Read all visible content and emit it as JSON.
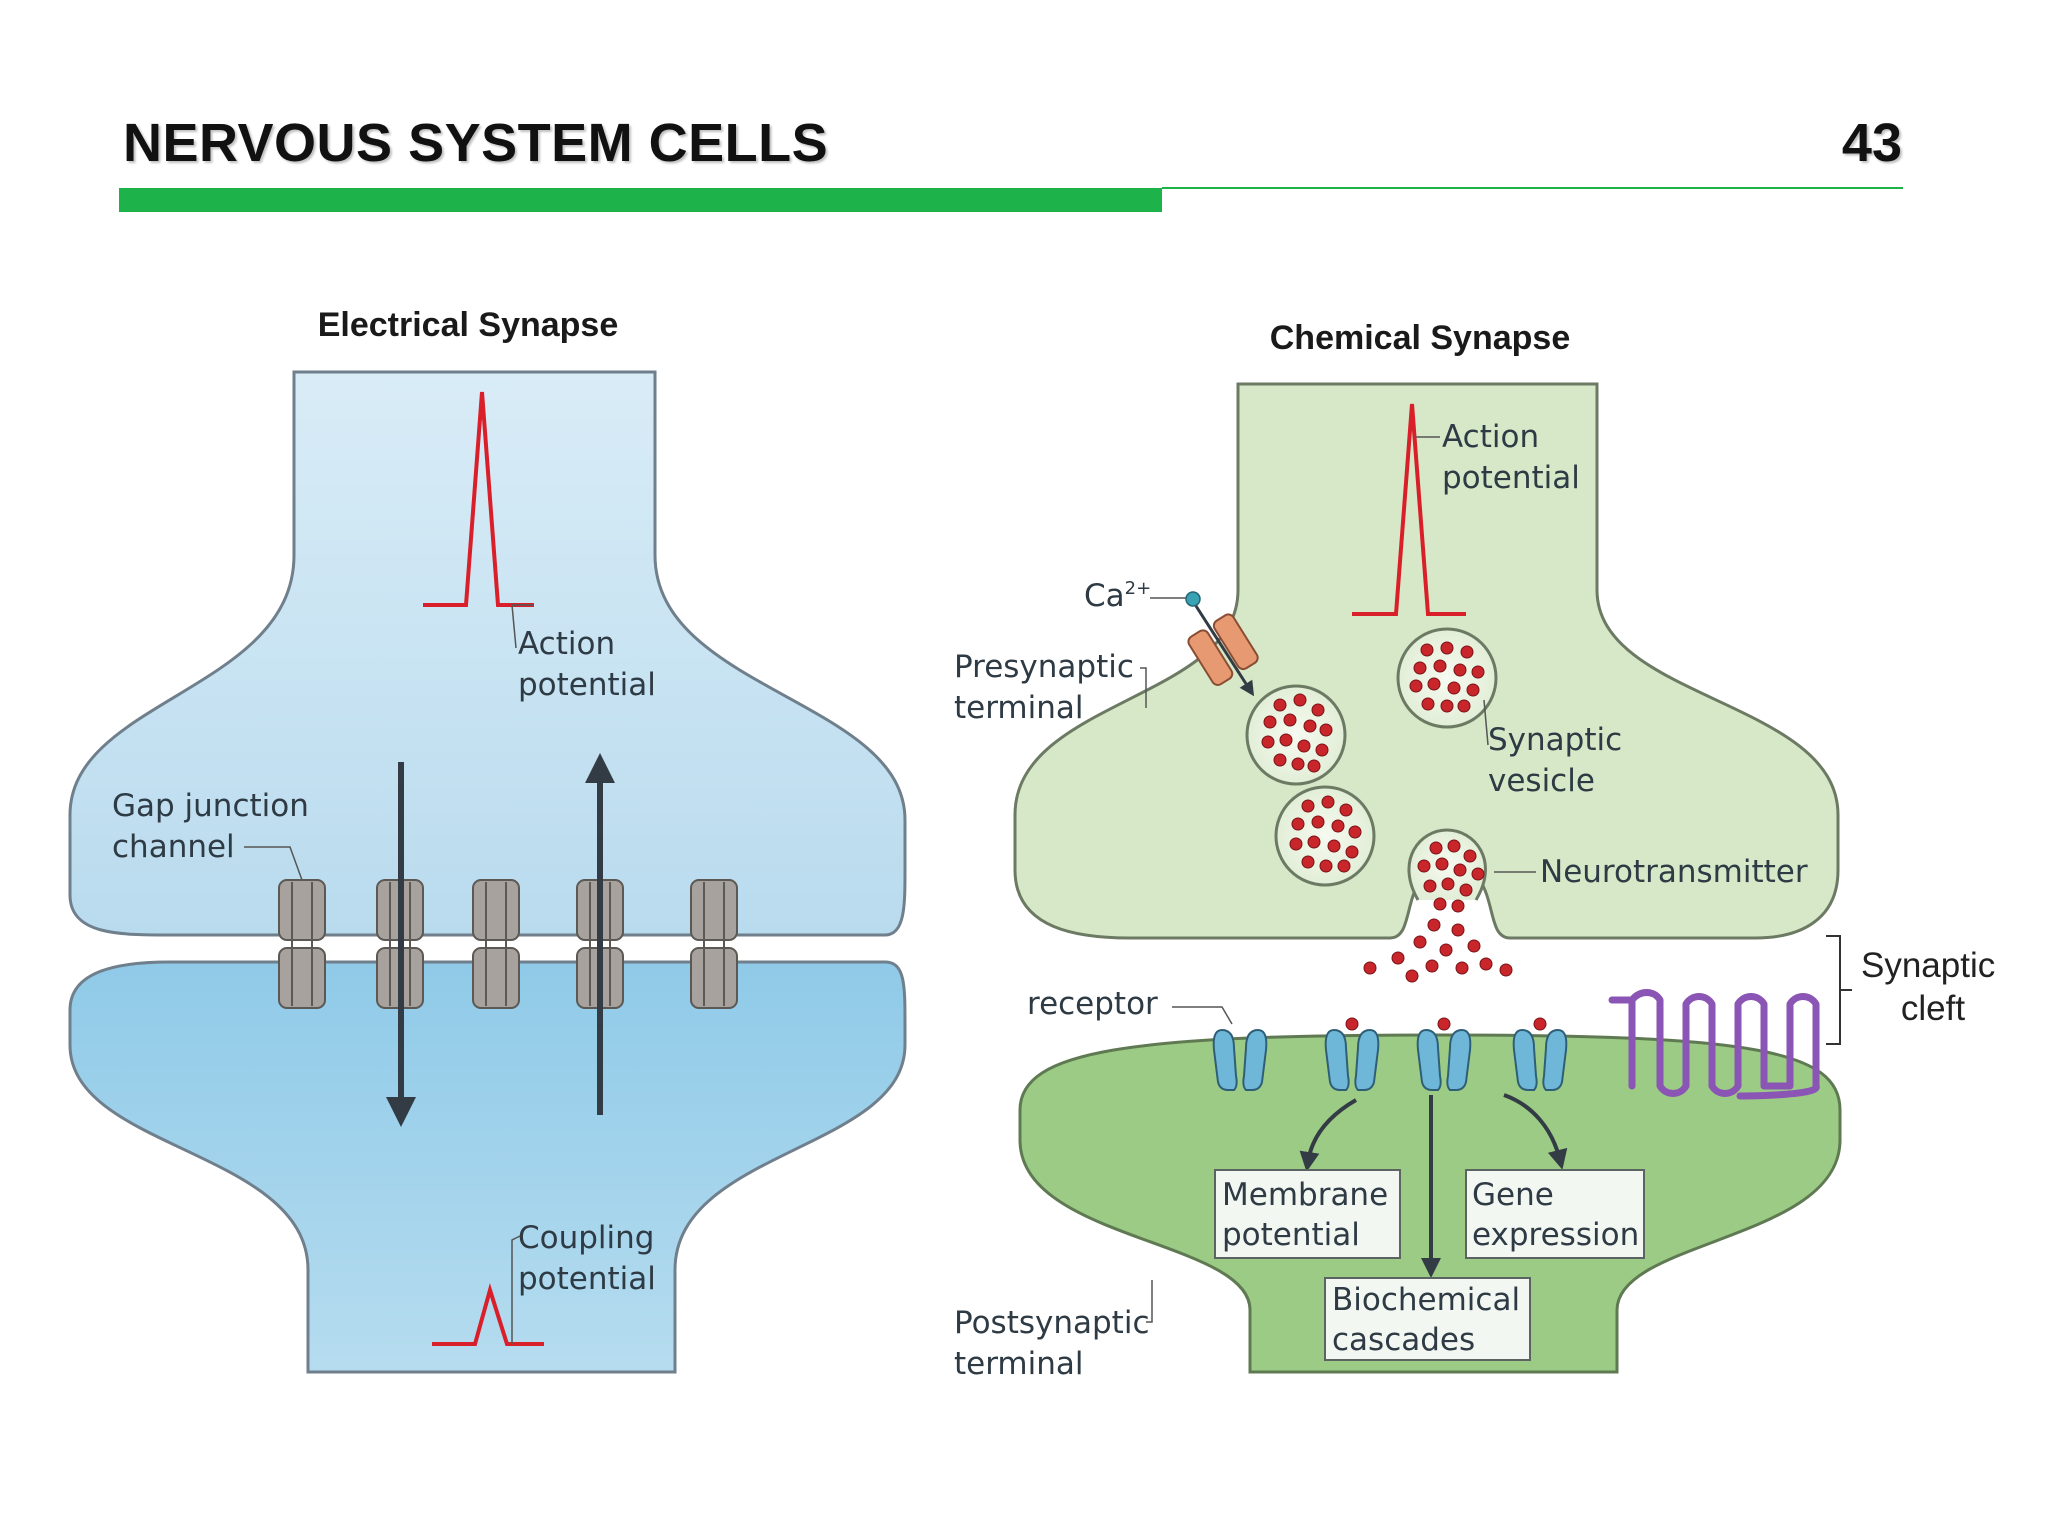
{
  "slide": {
    "title": "NERVOUS SYSTEM CELLS",
    "number": "43",
    "accent_color": "#1db34a"
  },
  "electrical": {
    "title": "Electrical Synapse",
    "action_potential": [
      "Action",
      "potential"
    ],
    "gap_junction": [
      "Gap junction",
      "channel"
    ],
    "coupling_potential": [
      "Coupling",
      "potential"
    ],
    "colors": {
      "cell_fill": "#bfe0f2",
      "signal": "#d9202a",
      "channel": "#a7a29d"
    }
  },
  "chemical": {
    "title": "Chemical Synapse",
    "action_potential": [
      "Action",
      "potential"
    ],
    "calcium": "Ca",
    "calcium_sup": "2+",
    "presynaptic": [
      "Presynaptic",
      "terminal"
    ],
    "synaptic_vesicle": [
      "Synaptic",
      "vesicle"
    ],
    "neurotransmitter": "Neurotransmitter",
    "synaptic_cleft": [
      "Synaptic",
      "cleft"
    ],
    "receptor": "receptor",
    "membrane_potential": [
      "Membrane",
      "potential"
    ],
    "gene_expression": [
      "Gene",
      "expression"
    ],
    "biochemical_cascades": [
      "Biochemical",
      "cascades"
    ],
    "postsynaptic": [
      "Postsynaptic",
      "terminal"
    ],
    "colors": {
      "pre_fill": "#d6e8c8",
      "post_fill": "#9ccb86",
      "vesicle": "#c8262b",
      "receptor": "#6fb7d9",
      "gpcr": "#8a55b4"
    }
  }
}
